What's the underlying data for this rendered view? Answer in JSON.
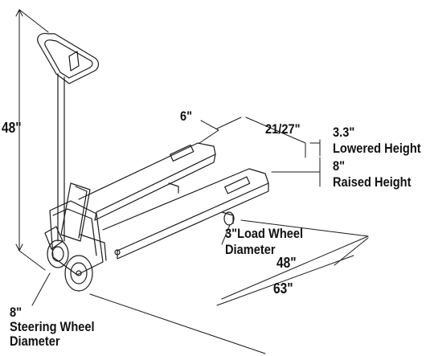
{
  "labels": {
    "height_48": "48\"",
    "fork_width_6": "6\"",
    "fork_spread": "21/27\"",
    "lowered_value": "3.3\"",
    "lowered_text": "Lowered Height",
    "raised_value": "8\"",
    "raised_text": "Raised Height",
    "load_wheel_line1": "3\"Load Wheel",
    "load_wheel_line2": "Diameter",
    "fork_length_48": "48\"",
    "overall_length_63": "63\"",
    "steer_value": "8\"",
    "steer_line1": "Steering Wheel",
    "steer_line2": "Diameter"
  },
  "colors": {
    "line": "#1a1a1a",
    "background": "#ffffff"
  }
}
